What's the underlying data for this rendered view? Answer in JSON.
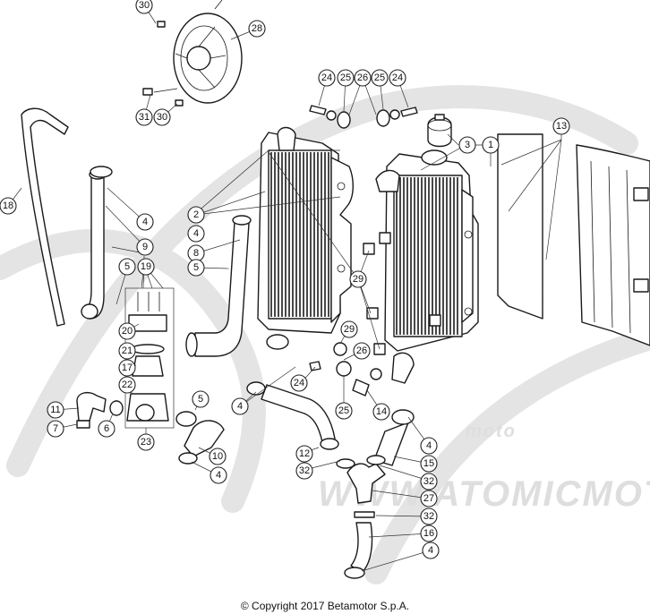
{
  "watermark": {
    "text": "WWW.ATOMICMOTO",
    "logo_text": "moto"
  },
  "copyright": "© Copyright 2017 Betamotor S.p.A.",
  "callouts": [
    "1",
    "2",
    "3",
    "4",
    "5",
    "6",
    "7",
    "8",
    "9",
    "10",
    "11",
    "12",
    "13",
    "14",
    "15",
    "16",
    "17",
    "18",
    "19",
    "20",
    "21",
    "22",
    "23",
    "24",
    "25",
    "26",
    "27",
    "28",
    "29",
    "30",
    "31",
    "32"
  ]
}
